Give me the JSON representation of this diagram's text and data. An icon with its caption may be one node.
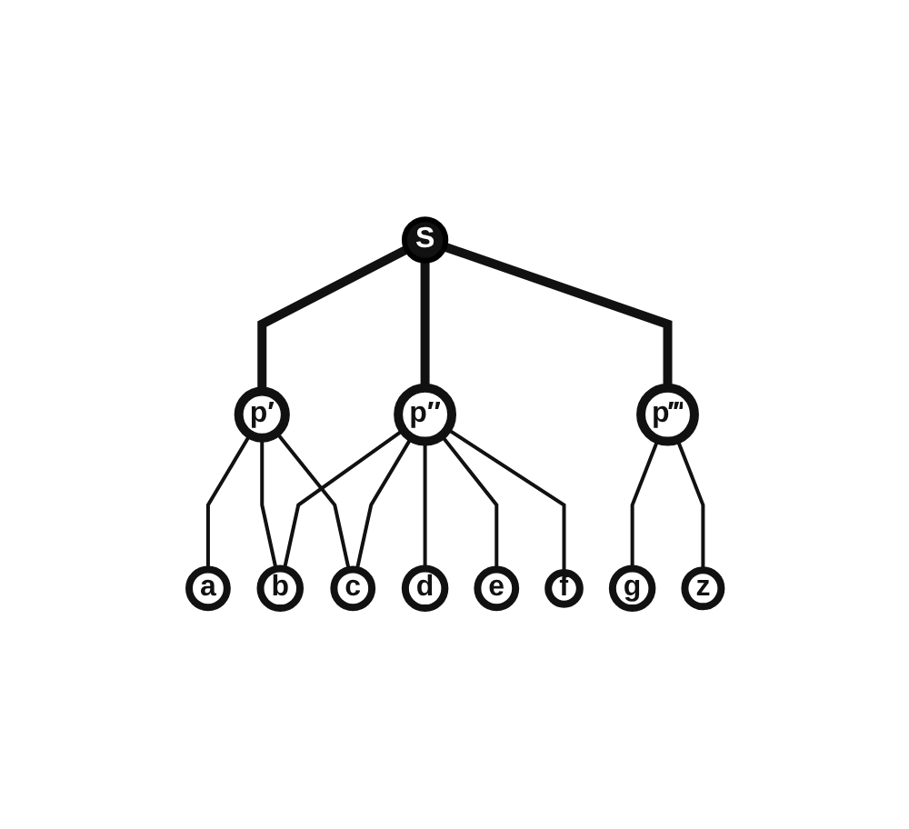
{
  "diagram": {
    "nodes": [
      {
        "text": [
          "S"
        ]
      },
      {
        "text": [
          "p′"
        ]
      },
      {
        "text": [
          "p″"
        ]
      },
      {
        "text": [
          "p‴"
        ]
      },
      {
        "text": [
          "a"
        ]
      },
      {
        "text": [
          "b"
        ]
      },
      {
        "text": [
          "c"
        ]
      },
      {
        "text": [
          "d"
        ]
      },
      {
        "text": [
          "e"
        ]
      },
      {
        "text": [
          "f"
        ]
      },
      {
        "text": [
          "g"
        ]
      },
      {
        "text": [
          "z"
        ]
      }
    ],
    "edges": [
      {
        "from": 0,
        "to": 1,
        "arrow": "none",
        "style": "thick"
      },
      {
        "from": 0,
        "to": 2,
        "arrow": "none",
        "style": "thick"
      },
      {
        "from": 0,
        "to": 3,
        "arrow": "none",
        "style": "thick"
      },
      {
        "from": 1,
        "to": 4,
        "arrow": "none"
      },
      {
        "from": 1,
        "to": 5,
        "arrow": "none"
      },
      {
        "from": 1,
        "to": 6,
        "arrow": "none"
      },
      {
        "from": 2,
        "to": 5,
        "arrow": "none"
      },
      {
        "from": 2,
        "to": 6,
        "arrow": "none"
      },
      {
        "from": 2,
        "to": 7,
        "arrow": "none"
      },
      {
        "from": 2,
        "to": 8,
        "arrow": "none"
      },
      {
        "from": 2,
        "to": 9,
        "arrow": "none"
      },
      {
        "from": 3,
        "to": 10,
        "arrow": "none"
      },
      {
        "from": 3,
        "to": 11,
        "arrow": "none"
      }
    ]
  }
}
